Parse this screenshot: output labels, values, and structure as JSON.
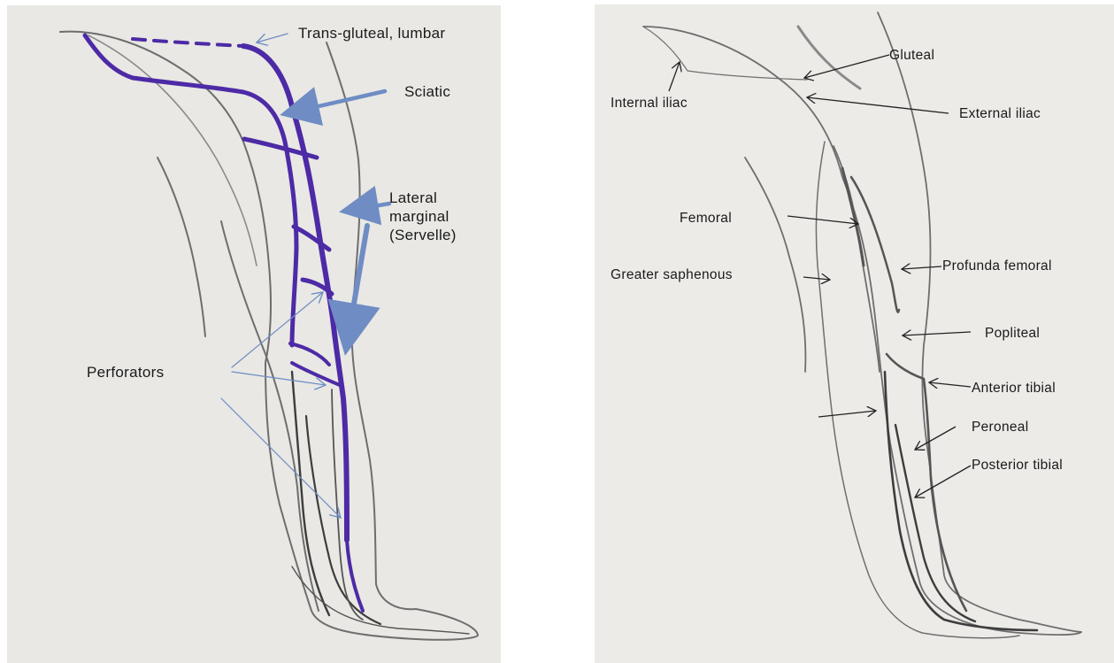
{
  "colors": {
    "paper_left": "#e9e8e4",
    "paper_right": "#ecebe8",
    "pencil": "#6e6e6e",
    "pencil_dark": "#3d3d3d",
    "vein_purple": "#4d2aa6",
    "arrow_blue": "#6f8dc4",
    "arrow_black": "#222222"
  },
  "left_panel": {
    "labels": {
      "trans_gluteal": "Trans-gluteal, lumbar",
      "sciatic": "Sciatic",
      "lateral_marginal": [
        "Lateral",
        "marginal",
        "(Servelle)"
      ],
      "perforators": "Perforators"
    }
  },
  "right_panel": {
    "labels": {
      "gluteal": "Gluteal",
      "internal_iliac": "Internal iliac",
      "external_iliac": "External iliac",
      "femoral": "Femoral",
      "greater_saphenous": "Greater saphenous",
      "profunda_femoral": "Profunda femoral",
      "popliteal": "Popliteal",
      "anterior_tibial": "Anterior tibial",
      "peroneal": "Peroneal",
      "posterior_tibial": "Posterior tibial"
    }
  }
}
